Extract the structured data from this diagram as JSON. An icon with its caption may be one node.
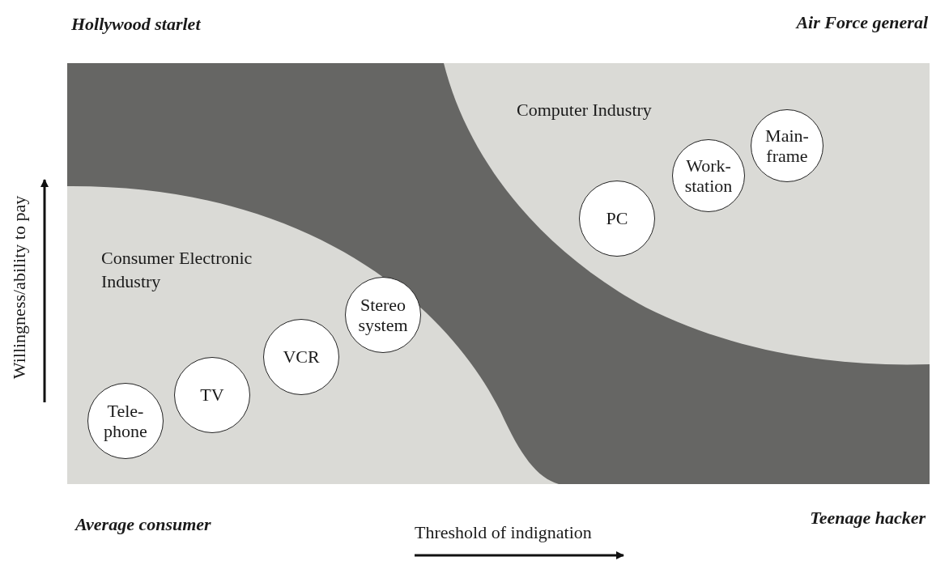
{
  "diagram": {
    "nodes": [
      {
        "text": [
          "Consumer Electronic Industry"
        ]
      },
      {
        "text": [
          "Tele- phone"
        ],
        "in": 0
      },
      {
        "text": [
          "TV"
        ],
        "in": 0
      },
      {
        "text": [
          "VCR"
        ],
        "in": 0
      },
      {
        "text": [
          "Stereo system"
        ],
        "in": 0
      },
      {
        "text": [
          "Computer Industry"
        ]
      },
      {
        "text": [
          "PC"
        ],
        "in": 5
      },
      {
        "text": [
          "Work- station"
        ],
        "in": 5
      },
      {
        "text": [
          "Main- frame"
        ],
        "in": 5
      }
    ],
    "labels": [
      "Hollywood starlet",
      "Air Force general",
      "Willingness/ability to pay",
      "Average consumer",
      "Teenage hacker",
      "Threshold of indignation"
    ]
  }
}
